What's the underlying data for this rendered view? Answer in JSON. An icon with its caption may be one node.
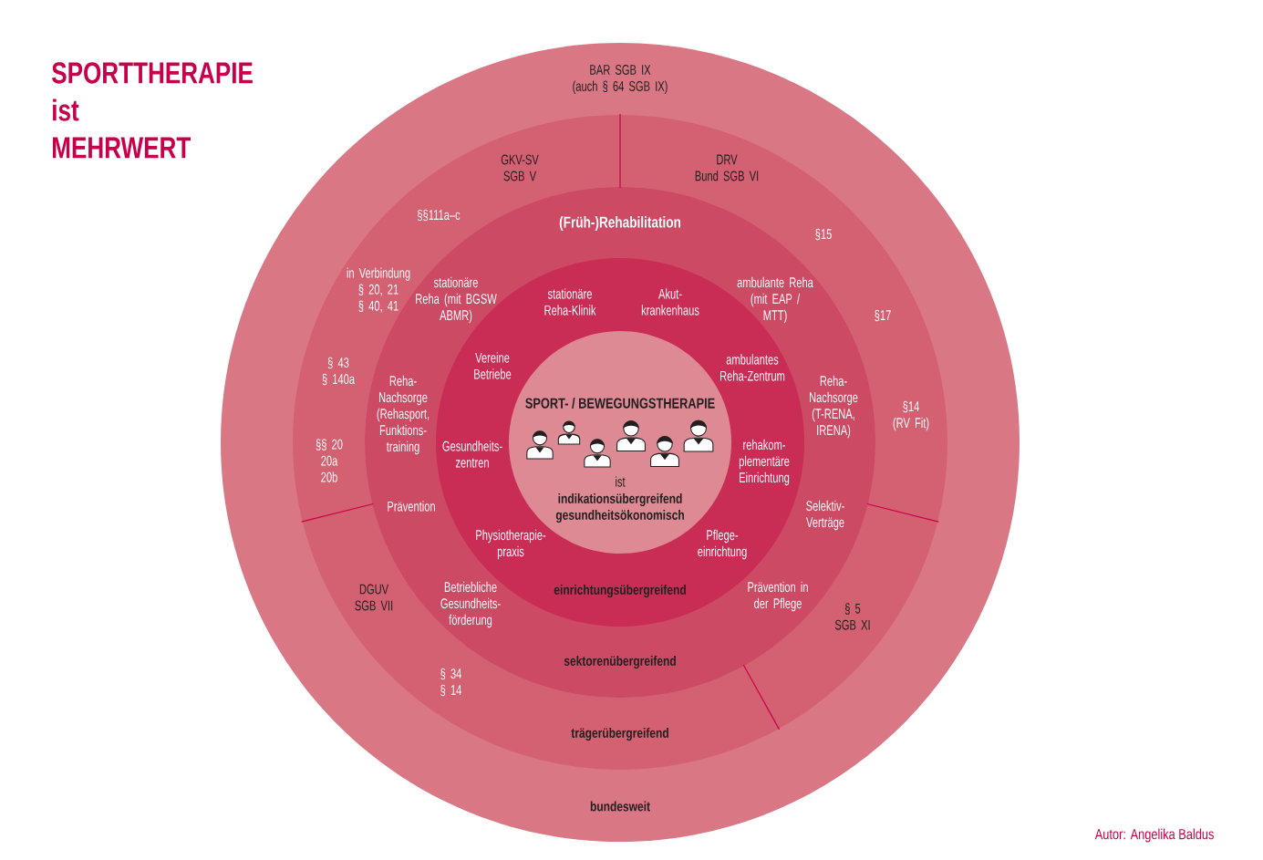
{
  "diagram": {
    "title": "SPORTTHERAPIE ist MEHRWERT",
    "nodes": [
      {
        "text": [
          "BAR SGB IX (auch § 64 SGB IX)",
          "bundesweit"
        ]
      },
      {
        "text": [
          "GKV-SV SGB V",
          "§§111a–c",
          "in Verbindung § 20, 21 § 40, 41",
          "§ 43 § 140a",
          "§§ 20 20a 20b"
        ],
        "in": 0
      },
      {
        "text": [
          "DRV Bund SGB VI",
          "§15",
          "§17",
          "§14 (RV Fit)"
        ],
        "in": 0
      },
      {
        "text": [
          "DGUV SGB VII",
          "§ 34 § 14",
          "trägerübergreifend"
        ],
        "in": 0
      },
      {
        "text": [
          "§ 5 SGB XI"
        ],
        "in": 0
      },
      {
        "text": [
          "(Früh-)Rehabilitation",
          "stationäre Reha (mit BGSW ABMR)",
          "ambulante Reha (mit EAP / MTT)",
          "Reha- Nachsorge (Rehasport, Funktions- training",
          "Reha- Nachsorge (T-RENA, IRENA)",
          "Prävention",
          "Selektiv- Verträge",
          "Betriebliche Gesundheits- förderung",
          "Prävention in der Pflege",
          "sektorenübergreifend"
        ],
        "in": 0
      },
      {
        "text": [
          "stationäre Reha-Klinik",
          "Akut- krankenhaus",
          "Vereine Betriebe",
          "ambulantes Reha-Zentrum",
          "Gesundheits- zentren",
          "rehakom- plementäre Einrichtung",
          "Physiotherapie- praxis",
          "Pflege- einrichtung",
          "einrichtungsübergreifend"
        ],
        "in": 5
      },
      {
        "text": [
          "SPORT- / BEWEGUNGSTHERAPIE",
          "ist",
          "indikationsübergreifend gesundheitsökonomisch"
        ],
        "in": 6
      }
    ],
    "labels": [
      "Autor: Angelika Baldus"
    ]
  }
}
